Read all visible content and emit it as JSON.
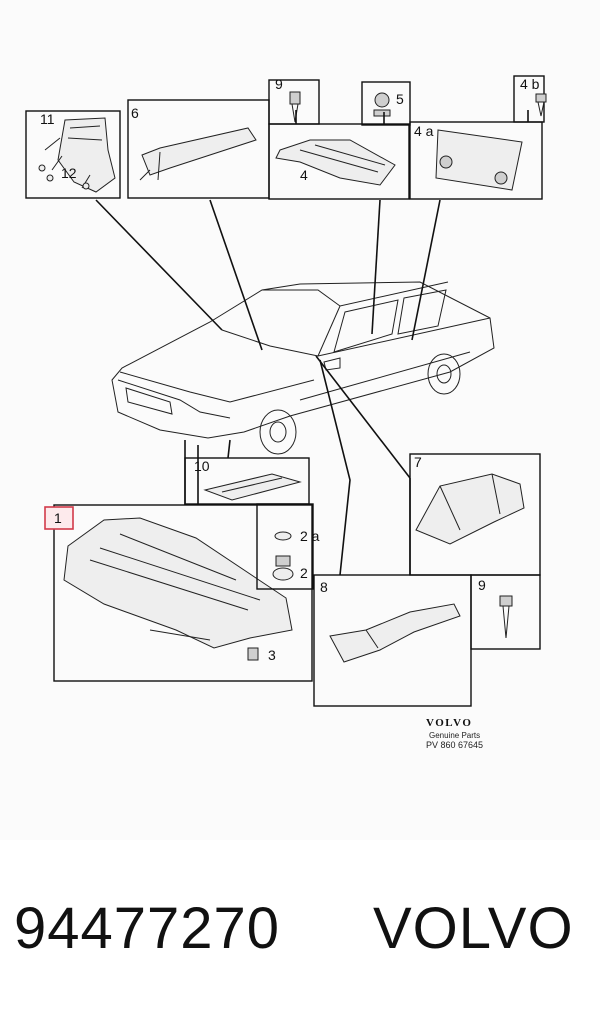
{
  "diagram": {
    "callouts": {
      "c1": "1",
      "c2": "2",
      "c2a": "2 a",
      "c3": "3",
      "c4": "4",
      "c4a": "4 a",
      "c4b": "4 b",
      "c5": "5",
      "c6": "6",
      "c7": "7",
      "c8": "8",
      "c9_top": "9",
      "c9_right": "9",
      "c10": "10",
      "c11": "11",
      "c12": "12"
    },
    "highlight_color": "#d23a4a",
    "stamp": {
      "brand": "VOLVO",
      "line1": "Genuine Parts",
      "line2": "PV 860 67645"
    }
  },
  "footer": {
    "part_number": "94477270",
    "brand": "VOLVO"
  }
}
